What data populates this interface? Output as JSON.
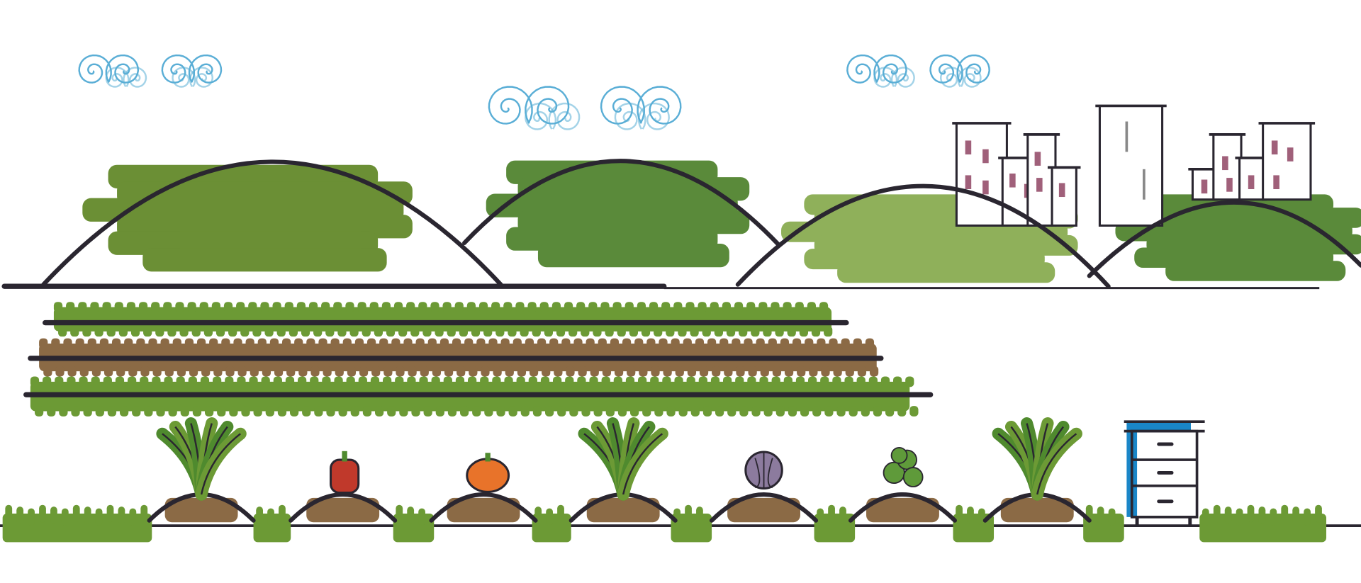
{
  "scene": {
    "colors": {
      "background": "#ffffff",
      "outline": "#2a2630",
      "cloud": "#5aaed6",
      "hill_dark": "#5a8a3a",
      "hill_mid": "#6b8f35",
      "hill_light": "#8fb05a",
      "crop_green": "#6c9a35",
      "soil": "#8b6a45",
      "window": "#a0607a",
      "pepper": "#c0392b",
      "pumpkin": "#e8732a",
      "onion": "#8c7b9e",
      "lettuce": "#5f9a3a",
      "leaf": "#4f8a2e",
      "hive_accent": "#1a86c8"
    },
    "elements": [
      "cloud",
      "hill",
      "greenhouse-arc",
      "building",
      "crop-row",
      "soil-mound",
      "leafy-plant",
      "pepper",
      "pumpkin",
      "onion",
      "lettuce",
      "beehive",
      "grass"
    ]
  }
}
